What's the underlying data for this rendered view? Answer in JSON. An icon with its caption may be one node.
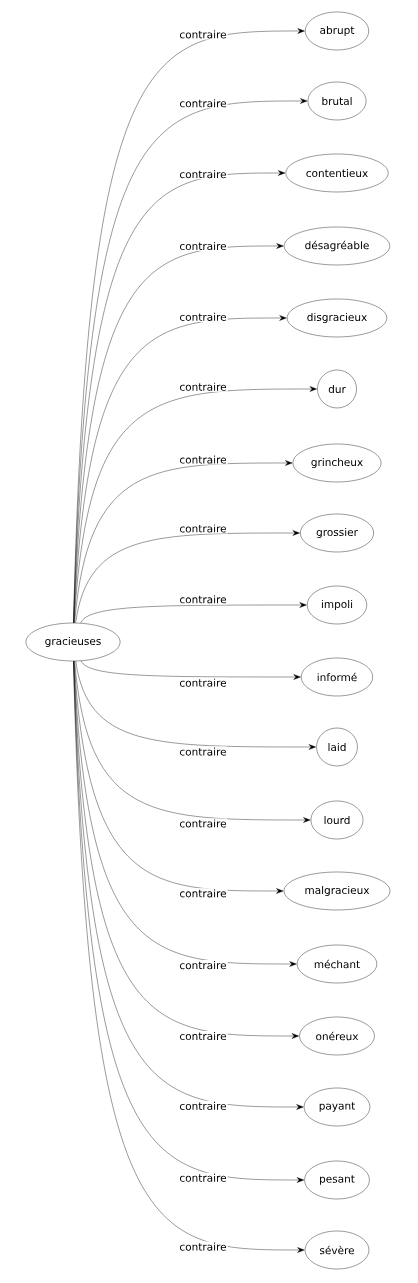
{
  "diagram": {
    "nodes": [
      {
        "text": [
          "gracieuses"
        ]
      },
      {
        "text": [
          "abrupt"
        ]
      },
      {
        "text": [
          "brutal"
        ]
      },
      {
        "text": [
          "contentieux"
        ]
      },
      {
        "text": [
          "désagréable"
        ]
      },
      {
        "text": [
          "disgracieux"
        ]
      },
      {
        "text": [
          "dur"
        ]
      },
      {
        "text": [
          "grincheux"
        ]
      },
      {
        "text": [
          "grossier"
        ]
      },
      {
        "text": [
          "impoli"
        ]
      },
      {
        "text": [
          "informé"
        ]
      },
      {
        "text": [
          "laid"
        ]
      },
      {
        "text": [
          "lourd"
        ]
      },
      {
        "text": [
          "malgracieux"
        ]
      },
      {
        "text": [
          "méchant"
        ]
      },
      {
        "text": [
          "onéreux"
        ]
      },
      {
        "text": [
          "payant"
        ]
      },
      {
        "text": [
          "pesant"
        ]
      },
      {
        "text": [
          "sévère"
        ]
      }
    ],
    "edges": [
      {
        "from": 0,
        "to": 1,
        "arrow": "to",
        "label": "contraire"
      },
      {
        "from": 0,
        "to": 2,
        "arrow": "to",
        "label": "contraire"
      },
      {
        "from": 0,
        "to": 3,
        "arrow": "to",
        "label": "contraire"
      },
      {
        "from": 0,
        "to": 4,
        "arrow": "to",
        "label": "contraire"
      },
      {
        "from": 0,
        "to": 5,
        "arrow": "to",
        "label": "contraire"
      },
      {
        "from": 0,
        "to": 6,
        "arrow": "to",
        "label": "contraire"
      },
      {
        "from": 0,
        "to": 7,
        "arrow": "to",
        "label": "contraire"
      },
      {
        "from": 0,
        "to": 8,
        "arrow": "to",
        "label": "contraire"
      },
      {
        "from": 0,
        "to": 9,
        "arrow": "to",
        "label": "contraire"
      },
      {
        "from": 0,
        "to": 10,
        "arrow": "to",
        "label": "contraire"
      },
      {
        "from": 0,
        "to": 11,
        "arrow": "to",
        "label": "contraire"
      },
      {
        "from": 0,
        "to": 12,
        "arrow": "to",
        "label": "contraire"
      },
      {
        "from": 0,
        "to": 13,
        "arrow": "to",
        "label": "contraire"
      },
      {
        "from": 0,
        "to": 14,
        "arrow": "to",
        "label": "contraire"
      },
      {
        "from": 0,
        "to": 15,
        "arrow": "to",
        "label": "contraire"
      },
      {
        "from": 0,
        "to": 16,
        "arrow": "to",
        "label": "contraire"
      },
      {
        "from": 0,
        "to": 17,
        "arrow": "to",
        "label": "contraire"
      },
      {
        "from": 0,
        "to": 18,
        "arrow": "to",
        "label": "contraire"
      }
    ]
  }
}
